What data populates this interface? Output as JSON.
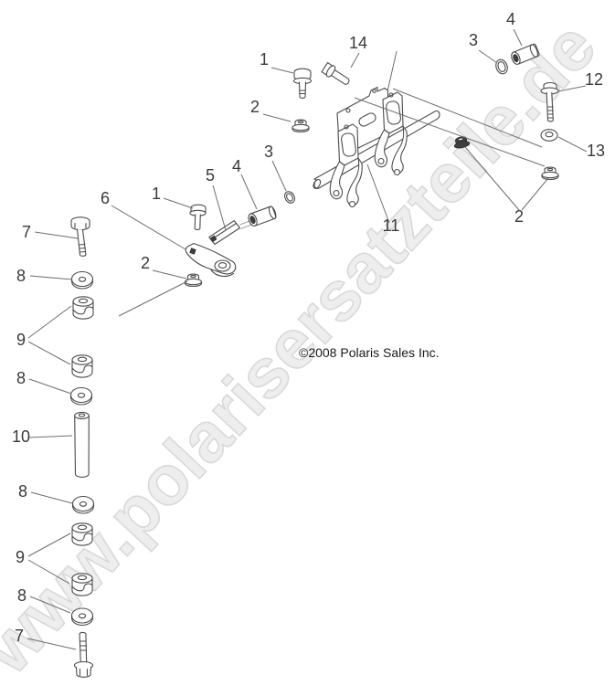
{
  "watermark": {
    "text": "www.polarisersatzteile.de"
  },
  "copyright": {
    "text": "©2008 Polaris Sales Inc."
  },
  "colors": {
    "background": "#ffffff",
    "part_outline": "#4b4b4b",
    "leader_line": "#6e6e6e",
    "callout_text": "#3a3a3a",
    "watermark_fill": "#eeeeee",
    "watermark_stroke": "#d9d9d9"
  },
  "callouts": [
    {
      "part": "flange-bolt-top",
      "label": "1"
    },
    {
      "part": "flange-nut-top",
      "label": "2"
    },
    {
      "part": "bolt-14",
      "label": "14"
    },
    {
      "part": "o-ring-top",
      "label": "3"
    },
    {
      "part": "bushing-top",
      "label": "4"
    },
    {
      "part": "bolt-12",
      "label": "12"
    },
    {
      "part": "washer-13",
      "label": "13"
    },
    {
      "part": "flange-nuts-right",
      "label": "2"
    },
    {
      "part": "torsion-bar-11",
      "label": "11"
    },
    {
      "part": "flange-bolt-mid",
      "label": "1"
    },
    {
      "part": "link-pin-5",
      "label": "5"
    },
    {
      "part": "bushing-mid",
      "label": "4"
    },
    {
      "part": "o-ring-mid",
      "label": "3"
    },
    {
      "part": "lever-arm-6",
      "label": "6"
    },
    {
      "part": "flange-nut-mid",
      "label": "2"
    },
    {
      "part": "bolt-7-top",
      "label": "7"
    },
    {
      "part": "washer-8-1",
      "label": "8"
    },
    {
      "part": "bushings-9-upper",
      "label": "9"
    },
    {
      "part": "washer-8-2",
      "label": "8"
    },
    {
      "part": "spacer-10",
      "label": "10"
    },
    {
      "part": "washer-8-3",
      "label": "8"
    },
    {
      "part": "bushings-9-lower",
      "label": "9"
    },
    {
      "part": "washer-8-4",
      "label": "8"
    },
    {
      "part": "bolt-7-bottom",
      "label": "7"
    }
  ]
}
